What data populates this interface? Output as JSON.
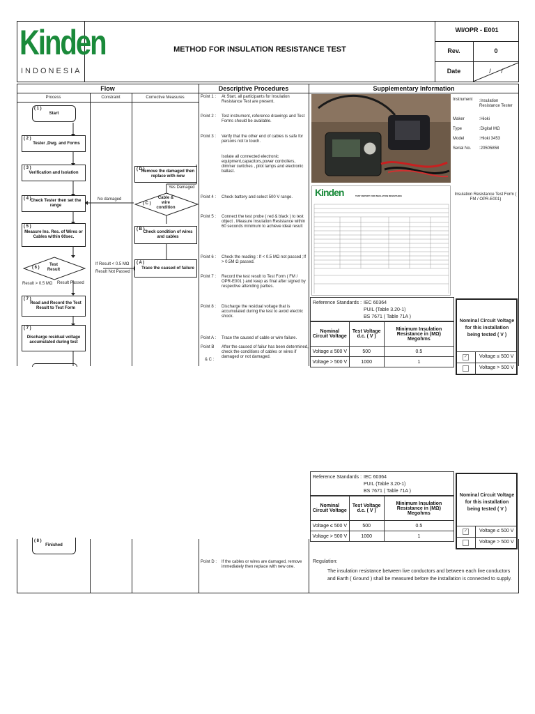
{
  "header": {
    "logo_word": "Kinden",
    "logo_sub": "INDONESIA",
    "title": "METHOD FOR INSULATION RESISTANCE TEST",
    "doc_no": "WI/OPR - E001",
    "rev_label": "Rev.",
    "rev_value": "0",
    "date_label": "Date",
    "date_value": "/ /"
  },
  "colors": {
    "logo_green": "#1a8a3a",
    "border": "#222222"
  },
  "section_heads": {
    "flow": "Flow",
    "process": "Process",
    "constraint": "Constraint",
    "corrective": "Corrective Measures",
    "descriptive": "Descriptive Procedures",
    "supplementary": "Supplementary Information"
  },
  "flow": {
    "start": {
      "num": "( 1 )",
      "label": "Start"
    },
    "tester": {
      "num": "( 2 )",
      "label": "Tester ,Dwg. and Forms"
    },
    "verify": {
      "num": "( 3 )",
      "label": "Verification and Isolation"
    },
    "check_tester": {
      "num": "( 4 )",
      "label": "Check Tester then set the range"
    },
    "measure": {
      "num": "( 5 )",
      "label": "Measure Ins. Res. of Wires or Cables within 60sec."
    },
    "test_result": {
      "num": "( 6 )",
      "label": "Test Result"
    },
    "read_record": {
      "num": "( 7 )",
      "label": "Read and Record the Test Result to Test Form"
    },
    "discharge": {
      "num": "( 7 )",
      "label": "Discharge residual voltage accumulated during test"
    },
    "finished": {
      "num": "( 8 )",
      "label": "Finished"
    },
    "remove": {
      "num": "( D )",
      "label": "Remove the damaged then replace with new"
    },
    "cable_cond": {
      "num": "( C )",
      "label": "Cable & wire condition"
    },
    "check_cond": {
      "num": "( B )",
      "label": "Check condition of wires and cables"
    },
    "trace": {
      "num": "( A )",
      "label": "Trace the caused of failure"
    },
    "yes_damaged": "Yes Damaged",
    "no_damaged": "No damaged",
    "if_result": "If Result < 0.5 MΩ",
    "result_not_passed": "Result Not Passed",
    "result_gt": "Result > 0.5 MΩ",
    "result_passed": "Result Passed"
  },
  "procedures": [
    {
      "point": "Point 1 :",
      "text": "At Start, all participants for Insulation Resistance Test are present."
    },
    {
      "point": "Point 2 :",
      "text": "Test instrument, reference drawings and Test Forms should be available."
    },
    {
      "point": "Point 3 :",
      "text": "Verify that the other end of cables is safe for persons not to touch."
    },
    {
      "point": "",
      "text": "Isolate all connected electronic equipment,capacitors,power controllers, dimmer switches , pilot lamps and electronic ballast."
    },
    {
      "point": "Point 4 :",
      "text": "Check battery and select 500 V range."
    },
    {
      "point": "Point 5 :",
      "text": "Connect the test probe ( red & black ) to test object . Measure Insulation Resistance within 60 seconds minimum to achieve ideal result"
    },
    {
      "point": "Point 6 :",
      "text": "Check the reading : If < 0.5 MΩ not passed ;If > 0.5M Ω passed."
    },
    {
      "point": "Point 7 :",
      "text": "Record the test result to Test Form ( FM / OPR-E001 ) and keep as final after signed by respective attending parties."
    },
    {
      "point": "Point 8 :",
      "text": "Discharge the residual voltage that is accumulated during the test to avoid electric shock."
    },
    {
      "point": "Point A :",
      "text": "Trace the caused of cable or wire failure."
    },
    {
      "point": "Point B",
      "text": "After the caused of failur has been determined, check the conditions of cables or wires if damaged or not damaged."
    },
    {
      "point": "& C :",
      "text": ""
    },
    {
      "point": "Point D :",
      "text": "If the cables or wires are damaged, remove immediately then replace with new one."
    }
  ],
  "instrument": {
    "rows": [
      {
        "label": "Instrument",
        "value": ":Insulation Resistance Tester"
      },
      {
        "label": "Maker",
        "value": ":Hioki"
      },
      {
        "label": "Type",
        "value": ":Digital MΩ"
      },
      {
        "label": "Model",
        "value": ":Hioki 3453"
      },
      {
        "label": "Serial No.",
        "value": ":20505858"
      }
    ],
    "form_note": "Insulation Resistance Test Form ( FM / OPR-E001)",
    "form_title": "TEST REPORT FOR INSULATION RESISTANCE"
  },
  "standards": {
    "ref_label": "Reference Standards :",
    "refs": [
      "IEC 60364",
      "PUIL (Table 3.20-1)",
      "BS 7671 ( Table 71A )"
    ],
    "col_nominal": "Nominal Circuit Voltage",
    "col_test": "Test Voltage d.c. ( V )",
    "col_min": "Minimum Insulation Resistance in (MΩ) Megohms",
    "col_install": "Nominal Circuit Voltage for this installation being tested ( V )",
    "rows": [
      {
        "nominal": "Voltage ≤ 500 V",
        "test": "500",
        "min": "0.5",
        "opt": "Voltage ≤ 500 V"
      },
      {
        "nominal": "Voltage > 500 V",
        "test": "1000",
        "min": "1",
        "opt": "Voltage > 500 V"
      }
    ]
  },
  "regulation": {
    "label": "Regulation:",
    "text": "The insulation resistance between live conductors and between each live conductors and Earth ( Ground ) shall be measured before the installation is connected to supply."
  }
}
